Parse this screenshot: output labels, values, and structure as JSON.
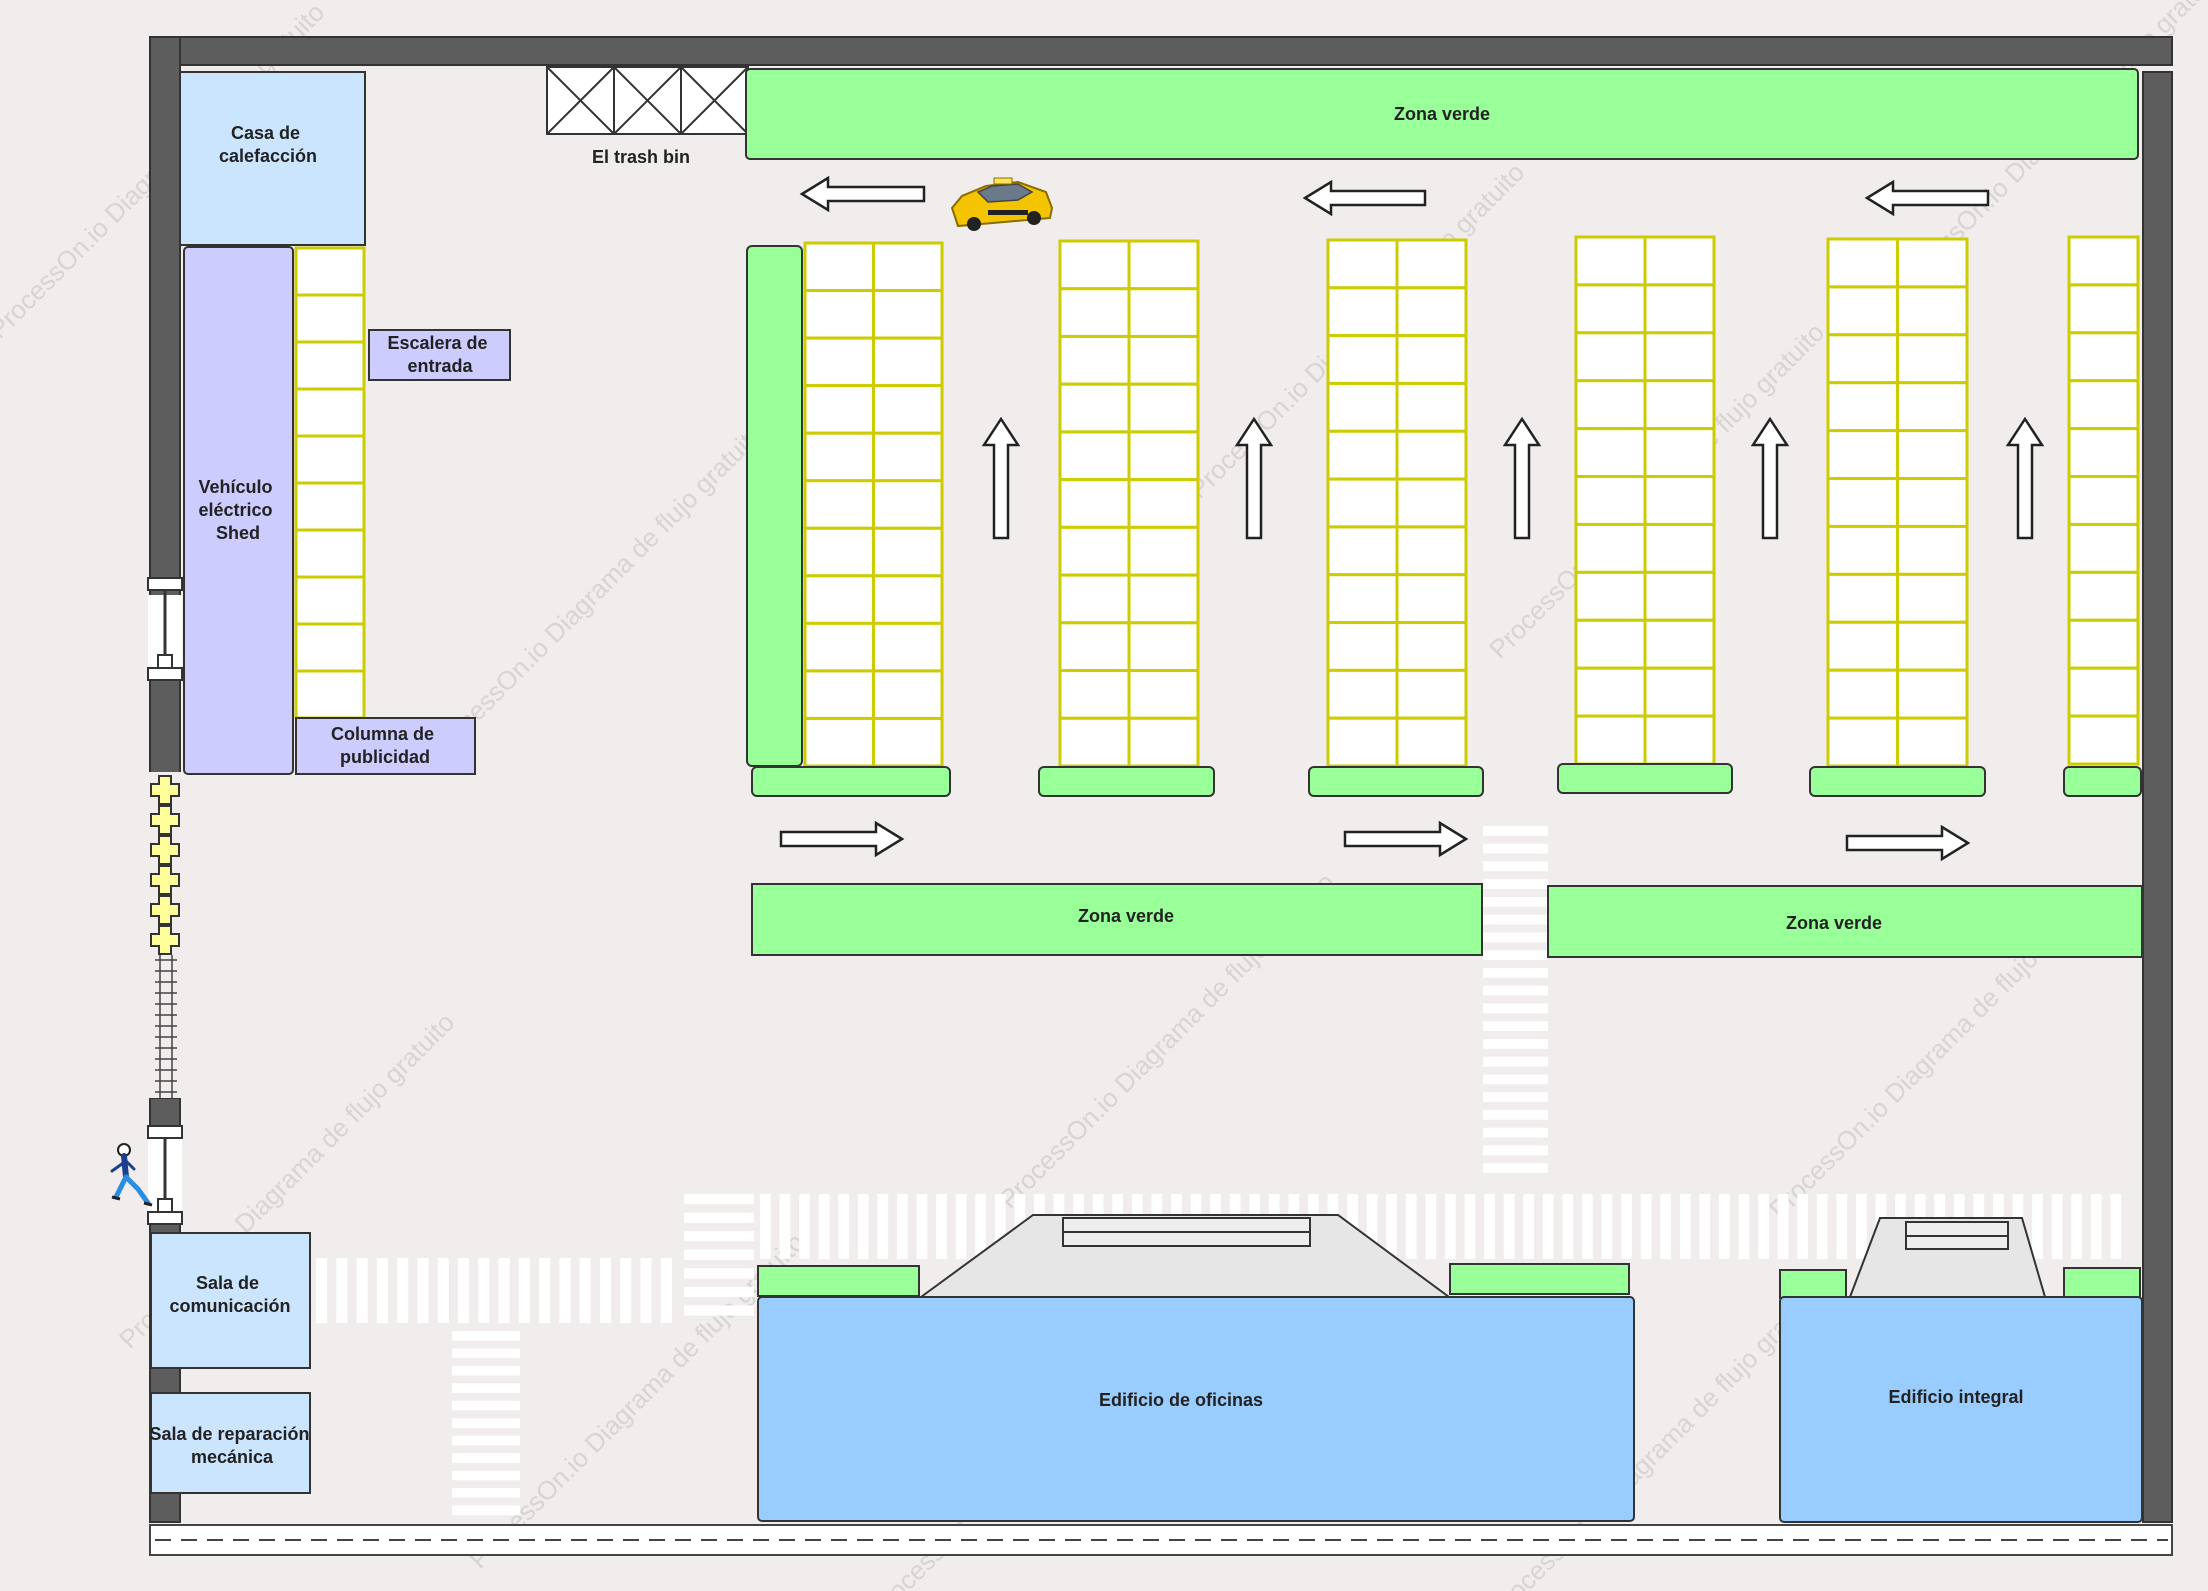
{
  "labels": {
    "heating_house": [
      "Casa de",
      "calefacción"
    ],
    "trash_bin": "El trash bin",
    "green_zone_top": "Zona verde",
    "entrance_stairs": [
      "Escalera de",
      "entrada"
    ],
    "ev_shed": [
      "Vehículo",
      "eléctrico",
      "Shed"
    ],
    "ad_column": [
      "Columna de",
      "publicidad"
    ],
    "green_zone_left": "Zona verde",
    "green_zone_right": "Zona verde",
    "communication_room": [
      "Sala de",
      "comunicación"
    ],
    "repair_room": [
      "Sala de reparación",
      "mecánica"
    ],
    "office_building": "Edificio de oficinas",
    "integral_building": "Edificio integral"
  },
  "watermark": {
    "lines": [
      "ProcessOn.io Diagrama de flujo gratuito"
    ]
  },
  "icons": {
    "car": "taxi-car-icon",
    "person": "walking-person-icon",
    "arrow": "outline-arrow-icon",
    "crosswalk": "zebra-crossing"
  },
  "colors": {
    "background": "#f0edec",
    "wall": "#5d5d5d",
    "green": "#99ff99",
    "lavender": "#ccccff",
    "light_blue": "#cce5ff",
    "building_blue": "#99ccff",
    "parking_line": "#cccc00",
    "roof": "#e6e6e6"
  }
}
